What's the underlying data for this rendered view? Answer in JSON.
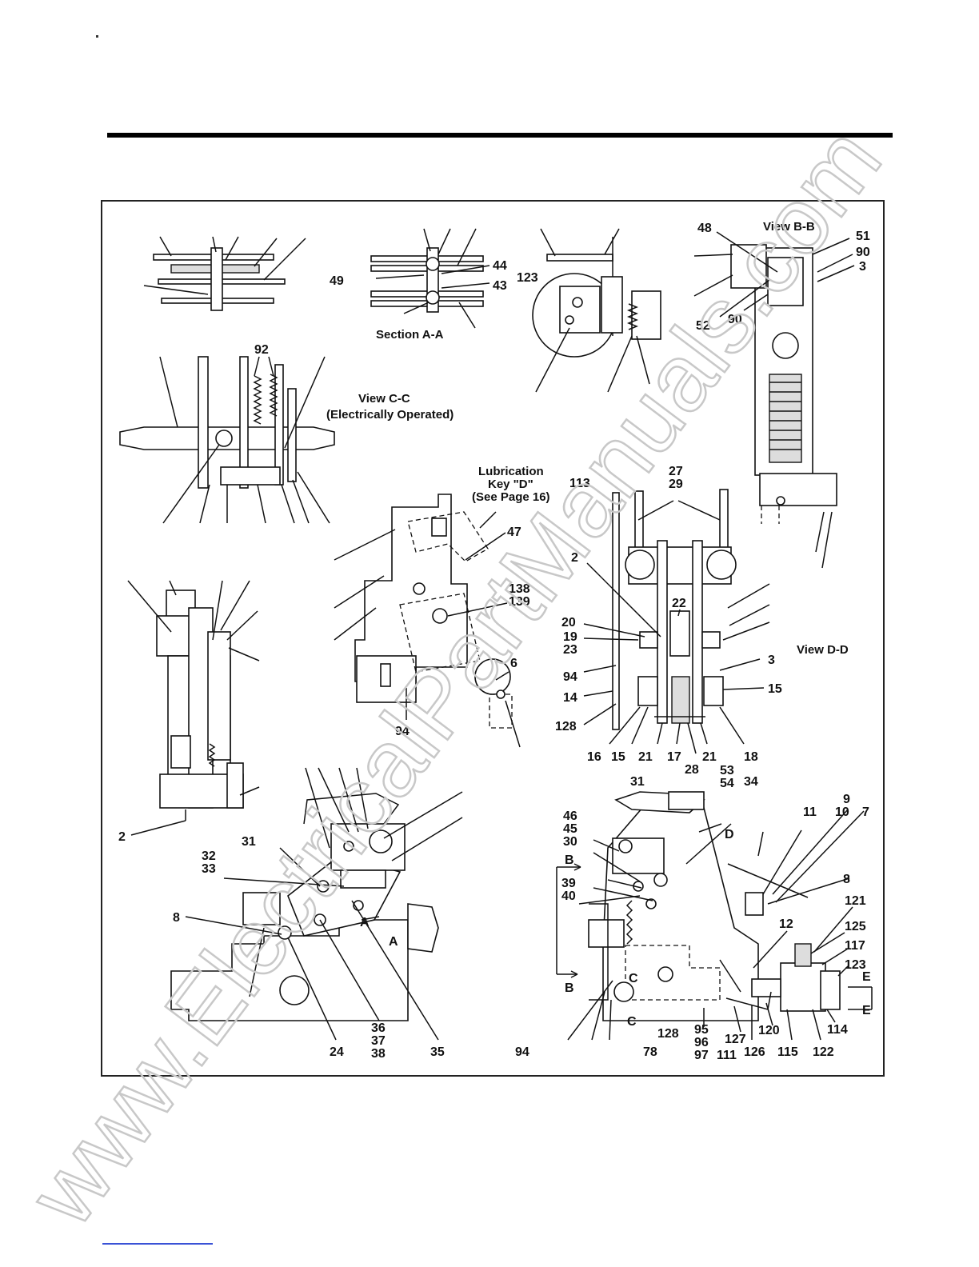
{
  "watermark": "www.ElectricalPartManuals.com",
  "captions": {
    "section_aa": "Section A-A",
    "view_bb": "View B-B",
    "view_cc_line1": "View C-C",
    "view_cc_line2": "(Electrically Operated)",
    "view_dd": "View D-D",
    "lube_line1": "Lubrication",
    "lube_line2": "Key \"D\"",
    "lube_line3": "(See Page 16)"
  },
  "labels": [
    {
      "id": "l48",
      "text": "48"
    },
    {
      "id": "l51",
      "text": "51"
    },
    {
      "id": "l90a",
      "text": "90"
    },
    {
      "id": "l3a",
      "text": "3"
    },
    {
      "id": "l52",
      "text": "52"
    },
    {
      "id": "l90b",
      "text": "90"
    },
    {
      "id": "l44",
      "text": "44"
    },
    {
      "id": "l49",
      "text": "49"
    },
    {
      "id": "l43",
      "text": "43"
    },
    {
      "id": "l123a",
      "text": "123"
    },
    {
      "id": "l92",
      "text": "92"
    },
    {
      "id": "l113",
      "text": "113"
    },
    {
      "id": "l27",
      "text": "27"
    },
    {
      "id": "l29",
      "text": "29"
    },
    {
      "id": "l47",
      "text": "47"
    },
    {
      "id": "l138",
      "text": "138"
    },
    {
      "id": "l139",
      "text": "139"
    },
    {
      "id": "l6",
      "text": "6"
    },
    {
      "id": "l94a",
      "text": "94"
    },
    {
      "id": "l2a",
      "text": "2"
    },
    {
      "id": "l22",
      "text": "22"
    },
    {
      "id": "l20",
      "text": "20"
    },
    {
      "id": "l19",
      "text": "19"
    },
    {
      "id": "l23",
      "text": "23"
    },
    {
      "id": "l94b",
      "text": "94"
    },
    {
      "id": "l3b",
      "text": "3"
    },
    {
      "id": "l15a",
      "text": "15"
    },
    {
      "id": "l14",
      "text": "14"
    },
    {
      "id": "l128a",
      "text": "128"
    },
    {
      "id": "l16",
      "text": "16"
    },
    {
      "id": "l15b",
      "text": "15"
    },
    {
      "id": "l21a",
      "text": "21"
    },
    {
      "id": "l17",
      "text": "17"
    },
    {
      "id": "l28",
      "text": "28"
    },
    {
      "id": "l21b",
      "text": "21"
    },
    {
      "id": "l18",
      "text": "18"
    },
    {
      "id": "l2b",
      "text": "2"
    },
    {
      "id": "l31a",
      "text": "31"
    },
    {
      "id": "l32",
      "text": "32"
    },
    {
      "id": "l33",
      "text": "33"
    },
    {
      "id": "l8a",
      "text": "8"
    },
    {
      "id": "l24",
      "text": "24"
    },
    {
      "id": "l36",
      "text": "36"
    },
    {
      "id": "l37",
      "text": "37"
    },
    {
      "id": "l38",
      "text": "38"
    },
    {
      "id": "l35",
      "text": "35"
    },
    {
      "id": "l31b",
      "text": "31"
    },
    {
      "id": "l53",
      "text": "53"
    },
    {
      "id": "l54",
      "text": "54"
    },
    {
      "id": "l34",
      "text": "34"
    },
    {
      "id": "l9",
      "text": "9"
    },
    {
      "id": "l11",
      "text": "11"
    },
    {
      "id": "l10",
      "text": "10"
    },
    {
      "id": "l7",
      "text": "7"
    },
    {
      "id": "l46",
      "text": "46"
    },
    {
      "id": "l45",
      "text": "45"
    },
    {
      "id": "l30",
      "text": "30"
    },
    {
      "id": "l8b",
      "text": "8"
    },
    {
      "id": "l39",
      "text": "39"
    },
    {
      "id": "l40",
      "text": "40"
    },
    {
      "id": "l121",
      "text": "121"
    },
    {
      "id": "l12",
      "text": "12"
    },
    {
      "id": "l125",
      "text": "125"
    },
    {
      "id": "l117",
      "text": "117"
    },
    {
      "id": "l123b",
      "text": "123"
    },
    {
      "id": "l94c",
      "text": "94"
    },
    {
      "id": "l128b",
      "text": "128"
    },
    {
      "id": "l95",
      "text": "95"
    },
    {
      "id": "l96",
      "text": "96"
    },
    {
      "id": "l97",
      "text": "97"
    },
    {
      "id": "l127",
      "text": "127"
    },
    {
      "id": "l111",
      "text": "111"
    },
    {
      "id": "l126",
      "text": "126"
    },
    {
      "id": "l120",
      "text": "120"
    },
    {
      "id": "l115",
      "text": "115"
    },
    {
      "id": "l122",
      "text": "122"
    },
    {
      "id": "l114",
      "text": "114"
    },
    {
      "id": "l78",
      "text": "78"
    }
  ],
  "section_marks": [
    {
      "id": "mA1",
      "text": "A"
    },
    {
      "id": "mA2",
      "text": "A"
    },
    {
      "id": "mB1",
      "text": "B"
    },
    {
      "id": "mB2",
      "text": "B"
    },
    {
      "id": "mC1",
      "text": "C"
    },
    {
      "id": "mC2",
      "text": "C"
    },
    {
      "id": "mD",
      "text": "D"
    },
    {
      "id": "mE1",
      "text": "E"
    },
    {
      "id": "mE2",
      "text": "E"
    }
  ]
}
